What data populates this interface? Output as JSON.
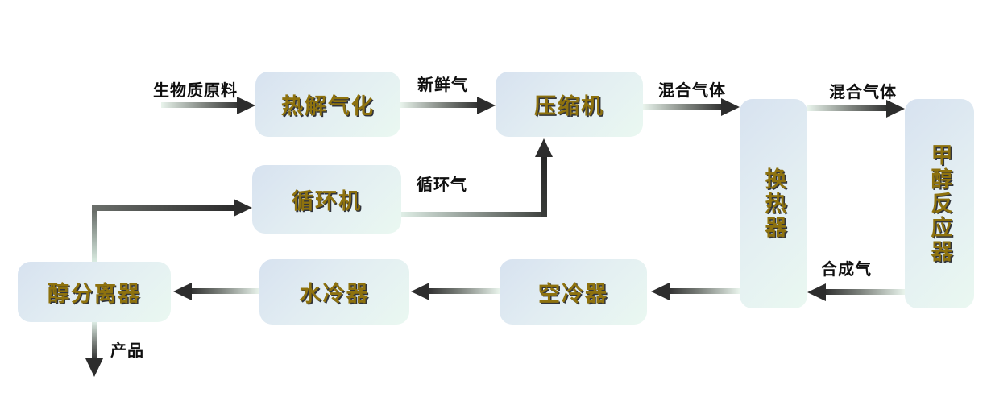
{
  "diagram_type": "process-flow",
  "nodes": {
    "pyrolysis": {
      "label": "热解气化"
    },
    "compressor": {
      "label": "压缩机"
    },
    "heat_exchanger": {
      "label": "换热器"
    },
    "methanol_reactor": {
      "label": "甲醇反应器"
    },
    "recycle_compressor": {
      "label": "循环机"
    },
    "separator": {
      "label": "醇分离器"
    },
    "water_cooler": {
      "label": "水冷器"
    },
    "air_cooler": {
      "label": "空冷器"
    }
  },
  "streams": {
    "biomass_feed": "生物质原料",
    "fresh_gas": "新鲜气",
    "mixed_gas_1": "混合气体",
    "mixed_gas_2": "混合气体",
    "recycle_gas": "循环气",
    "syngas": "合成气",
    "product": "产品"
  },
  "edges": [
    {
      "from": "feed",
      "to": "pyrolysis",
      "label": "生物质原料"
    },
    {
      "from": "pyrolysis",
      "to": "compressor",
      "label": "新鲜气"
    },
    {
      "from": "compressor",
      "to": "heat_exchanger",
      "label": "混合气体"
    },
    {
      "from": "heat_exchanger",
      "to": "methanol_reactor",
      "label": "混合气体"
    },
    {
      "from": "methanol_reactor",
      "to": "heat_exchanger",
      "label": "合成气"
    },
    {
      "from": "heat_exchanger",
      "to": "air_cooler",
      "label": ""
    },
    {
      "from": "air_cooler",
      "to": "water_cooler",
      "label": ""
    },
    {
      "from": "water_cooler",
      "to": "separator",
      "label": ""
    },
    {
      "from": "separator",
      "to": "product_out",
      "label": "产品"
    },
    {
      "from": "separator",
      "to": "recycle_compressor",
      "label": ""
    },
    {
      "from": "recycle_compressor",
      "to": "compressor",
      "label": "循环气"
    }
  ],
  "colors": {
    "background": "#ffffff",
    "node_fill_start": "#d7e2f0",
    "node_fill_end": "#eaf8f1",
    "node_text": "#8e720e",
    "stream_label_text": "#0f0f0f",
    "arrow_dark": "#2d2d2d",
    "arrow_light": "#e9f4ec"
  }
}
